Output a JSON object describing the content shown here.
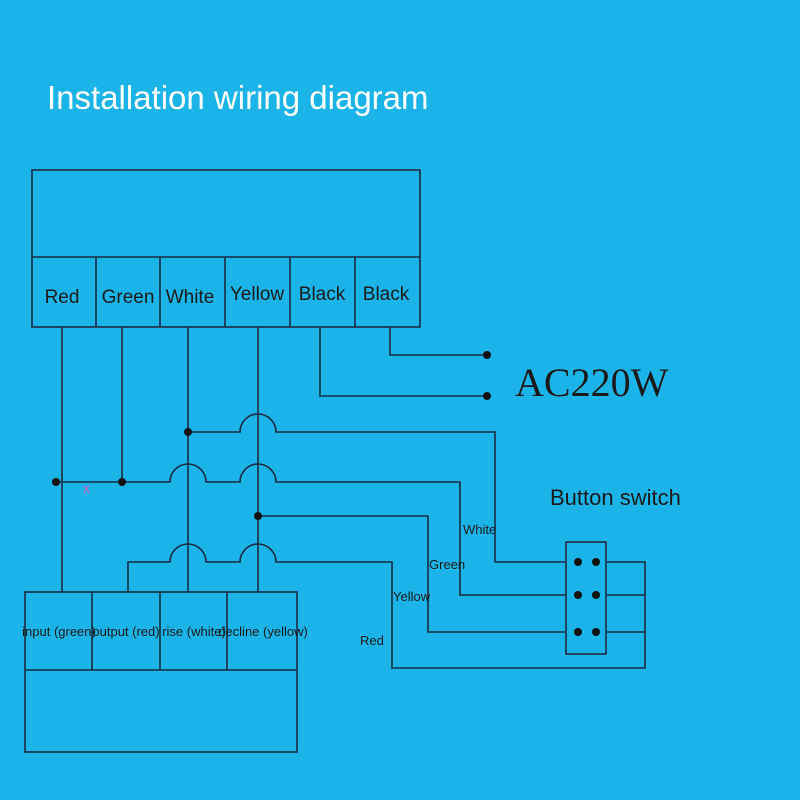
{
  "title": "Installation wiring diagram",
  "top_terminals": [
    "Red",
    "Green",
    "White",
    "Yellow",
    "Black",
    "Black"
  ],
  "bottom_terminals": [
    "input (green)",
    "output (red)",
    "rise (white)",
    "decline (yellow)"
  ],
  "power_label": "AC220W",
  "switch_label": "Button switch",
  "wire_labels": {
    "white": "White",
    "green": "Green",
    "yellow": "Yellow",
    "red": "Red"
  },
  "cross_mark": "x",
  "colors": {
    "background": "#1ab4e8",
    "title": "#ffffff",
    "cross_mark": "#e060c0"
  }
}
